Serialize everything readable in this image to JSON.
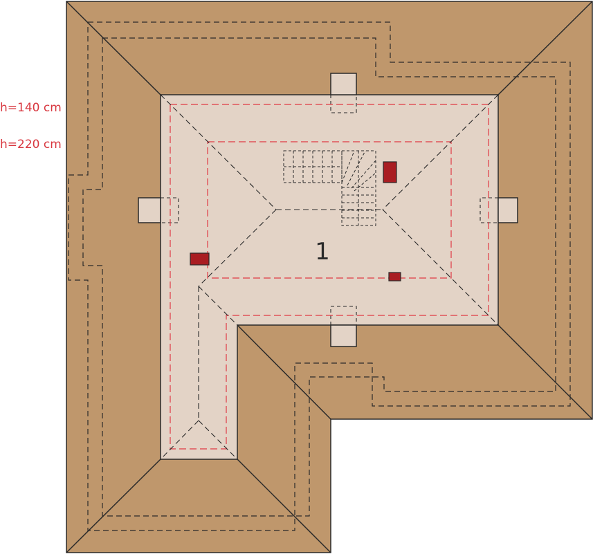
{
  "legend": {
    "height_140": "h=140 cm",
    "height_220": "h=220 cm",
    "color_140": "#d8373f",
    "color_220": "#d8373f"
  },
  "plan": {
    "room_number": "1",
    "roof_color": "#bf976c",
    "floor_color": "#e3d3c6",
    "chimney_color": "#a91d22",
    "outline_color": "#2a2a2a",
    "dashed_red": "#e03a44"
  }
}
